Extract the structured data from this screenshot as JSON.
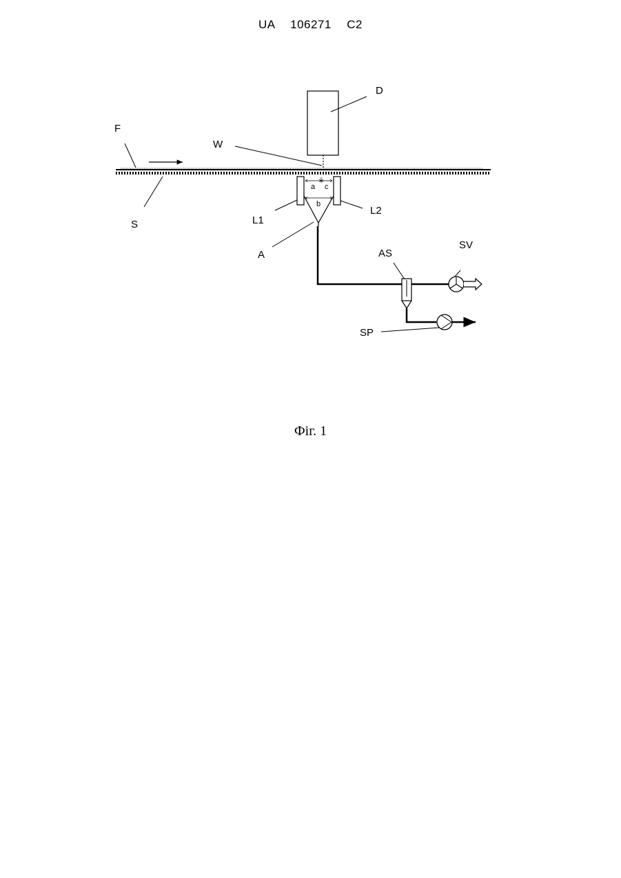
{
  "header": {
    "text": "UA  106271  C2"
  },
  "figure": {
    "labels": {
      "D": "D",
      "F": "F",
      "W": "W",
      "S": "S",
      "L1": "L1",
      "L2": "L2",
      "A": "A",
      "AS": "AS",
      "SV": "SV",
      "SP": "SP",
      "a": "a",
      "b": "b",
      "c": "c"
    },
    "caption": "Фіг. 1"
  }
}
